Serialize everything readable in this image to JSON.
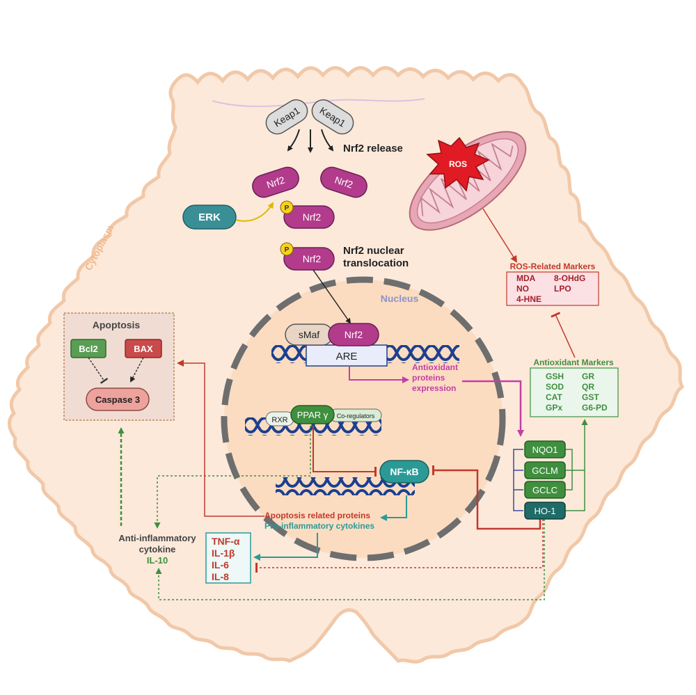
{
  "colors": {
    "cell_fill": "#fce9da",
    "cell_stroke": "#f1c8a8",
    "nucleus_fill": "#fbdcc1",
    "nrf2": "#b23b8c",
    "erk": "#3a8f96",
    "keap1": "#dcdcdc",
    "green": "#3f8f3f",
    "red": "#c0392b",
    "teal": "#2b9a97",
    "magenta": "#c43ea6",
    "dna": "#1c3f8f",
    "ros_star": "#e01b24",
    "mito": "#e8a7b4",
    "ros_box_fill": "#fbe0e4",
    "antiox_box_fill": "#eaf6ec"
  },
  "labels": {
    "cytoplasm": "Cytoplasm",
    "nucleus": "Nucleus",
    "keap1_left": "Keap1",
    "keap1_right": "Keap1",
    "nrf2_release": "Nrf2 release",
    "nrf2_a": "Nrf2",
    "nrf2_b": "Nrf2",
    "nrf2_p": "Nrf2",
    "nrf2_translocating": "Nrf2",
    "nrf2_nuclear": "Nrf2",
    "phospho": "P",
    "erk": "ERK",
    "translocation_line1": "Nrf2 nuclear",
    "translocation_line2": "translocation",
    "smaf": "sMaf",
    "are": "ARE",
    "antiox_expr_line1": "Antioxidant",
    "antiox_expr_line2": "proteins",
    "antiox_expr_line3": "expression",
    "rxr": "RXR",
    "pparg": "PPAR γ",
    "coregulators": "Co-regulators",
    "nfkb": "NF-κB",
    "apoptosis_proteins": "Apoptosis related proteins",
    "proinflammatory": "Pro-inflammatory cytokines",
    "ros": "ROS"
  },
  "apoptosis": {
    "title": "Apoptosis",
    "bcl2": "Bcl2",
    "bax": "BAX",
    "caspase3": "Caspase 3"
  },
  "anti_inflammatory": {
    "line1": "Anti-inflammatory",
    "line2": "cytokine",
    "line3": "IL-10"
  },
  "cytokines": [
    "TNF-α",
    "IL-1β",
    "IL-6",
    "IL-8"
  ],
  "ros_markers": {
    "title": "ROS-Related Markers",
    "items": [
      "MDA",
      "8-OHdG",
      "NO",
      "LPO",
      "4-HNE"
    ]
  },
  "antioxidant_markers": {
    "title": "Antioxidant Markers",
    "items": [
      "GSH",
      "GR",
      "SOD",
      "QR",
      "CAT",
      "GST",
      "GPx",
      "G6-PD"
    ]
  },
  "targets": [
    "NQO1",
    "GCLM",
    "GCLC",
    "HO-1"
  ]
}
